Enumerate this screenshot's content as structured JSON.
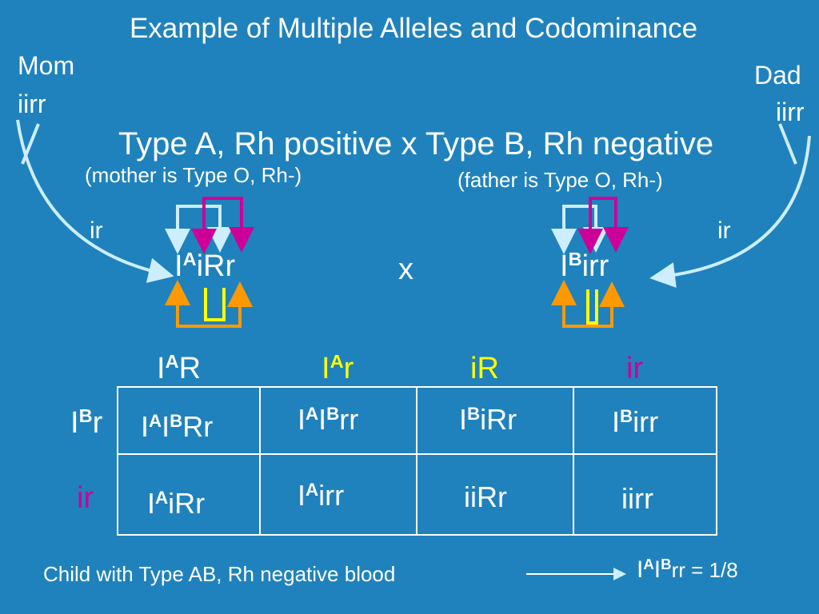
{
  "title": "Example of Multiple Alleles and Codominance",
  "mom": {
    "label": "Mom",
    "genotype": "iirr",
    "gamete": "ir"
  },
  "dad": {
    "label": "Dad",
    "genotype": "iirr",
    "gamete": "ir"
  },
  "cross": {
    "line": "Type A, Rh positive x Type B, Rh negative",
    "mother_note": "(mother is Type O, Rh-)",
    "father_note": "(father is Type O, Rh-)",
    "x": "x"
  },
  "parent1": {
    "I": "I",
    "allele": "A",
    "rest": "iRr"
  },
  "parent2": {
    "I": "I",
    "allele": "B",
    "rest": "irr"
  },
  "punnett": {
    "col_headers": [
      {
        "I": "I",
        "sup": "A",
        "rest": "R",
        "color": "#ffffff"
      },
      {
        "I": "I",
        "sup": "A",
        "rest": "r",
        "color": "#ffff00"
      },
      {
        "I": "",
        "sup": "",
        "rest": "iR",
        "color": "#ffff00"
      },
      {
        "I": "",
        "sup": "",
        "rest": "ir",
        "color": "#cc0099"
      }
    ],
    "row_headers": [
      {
        "I": "I",
        "sup": "B",
        "rest": "r",
        "color": "#ffffff"
      },
      {
        "I": "",
        "sup": "",
        "rest": "ir",
        "color": "#cc0099"
      }
    ],
    "cells": [
      [
        {
          "parts": [
            [
              "I",
              "A"
            ],
            [
              "I",
              "B"
            ]
          ],
          "rest": "Rr"
        },
        {
          "parts": [
            [
              "I",
              "A"
            ],
            [
              "I",
              "B"
            ]
          ],
          "rest": "rr"
        },
        {
          "parts": [
            [
              "I",
              "B"
            ]
          ],
          "rest": "iRr"
        },
        {
          "parts": [
            [
              "I",
              "B"
            ]
          ],
          "rest": "irr"
        }
      ],
      [
        {
          "parts": [
            [
              "I",
              "A"
            ]
          ],
          "rest": "iRr"
        },
        {
          "parts": [
            [
              "I",
              "A"
            ]
          ],
          "rest": "irr"
        },
        {
          "parts": [],
          "rest": "iiRr"
        },
        {
          "parts": [],
          "rest": "iirr"
        }
      ]
    ]
  },
  "footer": {
    "text": "Child with Type AB, Rh negative blood",
    "I1": "I",
    "A": "A",
    "I2": "I",
    "B": "B",
    "rr": "rr",
    "ratio": " = 1/8"
  },
  "colors": {
    "background": "#1f82bd",
    "pink": "#cc0099",
    "yellow": "#ffff00",
    "orange": "#ff9900",
    "light_blue": "#cceeff"
  }
}
